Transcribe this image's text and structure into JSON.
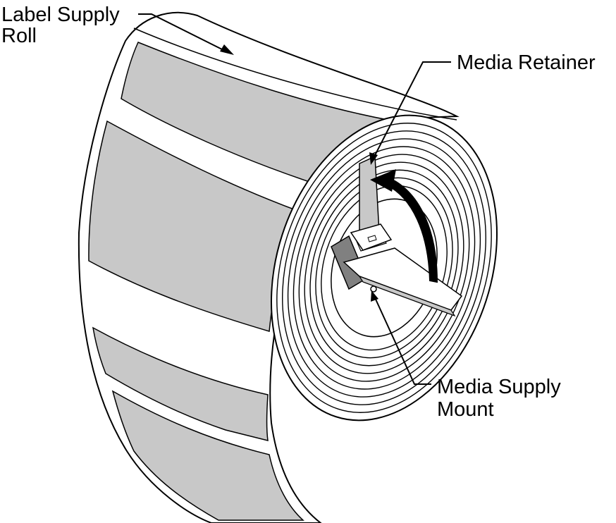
{
  "labels": {
    "label_supply_roll": [
      "Label Supply",
      "Roll"
    ],
    "media_retainer": "Media Retainer",
    "media_supply_mount": [
      "Media Supply",
      "Mount"
    ]
  },
  "colors": {
    "label_fill": "#c8c8c8",
    "outline": "#000000",
    "paper": "#ffffff"
  },
  "roll": {
    "wound_layers": 9
  }
}
